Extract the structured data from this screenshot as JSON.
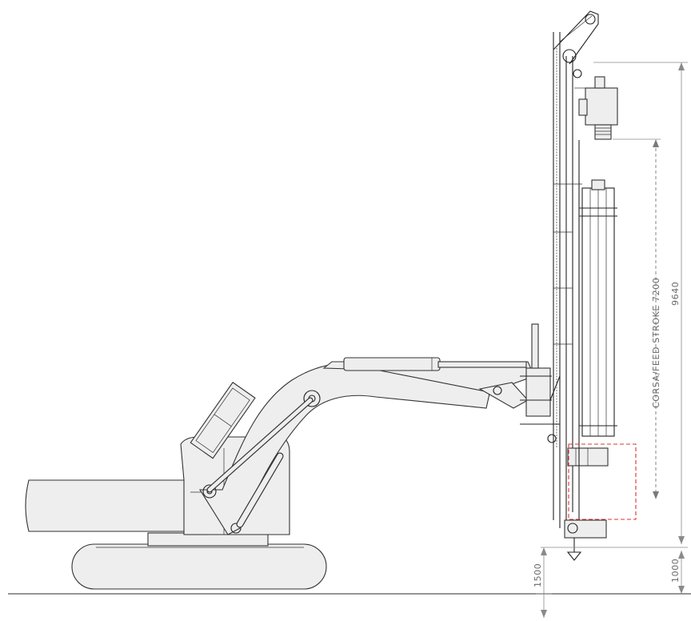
{
  "dimensions": {
    "feed_stroke_label": "CORSA/FEED STROKE 7200",
    "total_height_label": "9640",
    "lower_offset_label": "1500",
    "ground_clearance_label": "1000"
  },
  "colors": {
    "body": "#eeeeee",
    "outline": "#222222",
    "dimension": "#8a8a8a",
    "highlight": "#e03030"
  }
}
